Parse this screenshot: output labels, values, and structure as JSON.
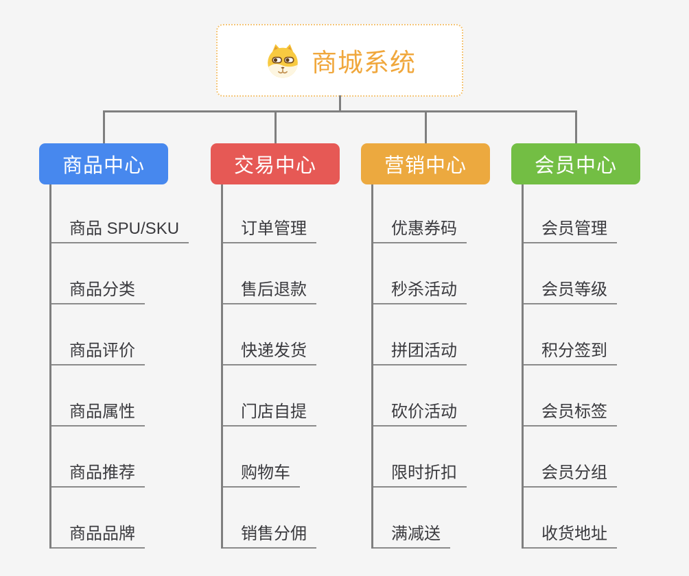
{
  "root": {
    "title": "商城系统",
    "icon": "dog-face-icon",
    "title_color": "#f0a73c",
    "border_color": "#f4c577"
  },
  "connector_color": "#7f7f7f",
  "branches": [
    {
      "label": "商品中心",
      "color": "#4788ee",
      "children": [
        "商品 SPU/SKU",
        "商品分类",
        "商品评价",
        "商品属性",
        "商品推荐",
        "商品品牌"
      ]
    },
    {
      "label": "交易中心",
      "color": "#e65955",
      "children": [
        "订单管理",
        "售后退款",
        "快递发货",
        "门店自提",
        "购物车",
        "销售分佣"
      ]
    },
    {
      "label": "营销中心",
      "color": "#eca93f",
      "children": [
        "优惠券码",
        "秒杀活动",
        "拼团活动",
        "砍价活动",
        "限时折扣",
        "满减送"
      ]
    },
    {
      "label": "会员中心",
      "color": "#73be44",
      "children": [
        "会员管理",
        "会员等级",
        "积分签到",
        "会员标签",
        "会员分组",
        "收货地址"
      ]
    }
  ]
}
